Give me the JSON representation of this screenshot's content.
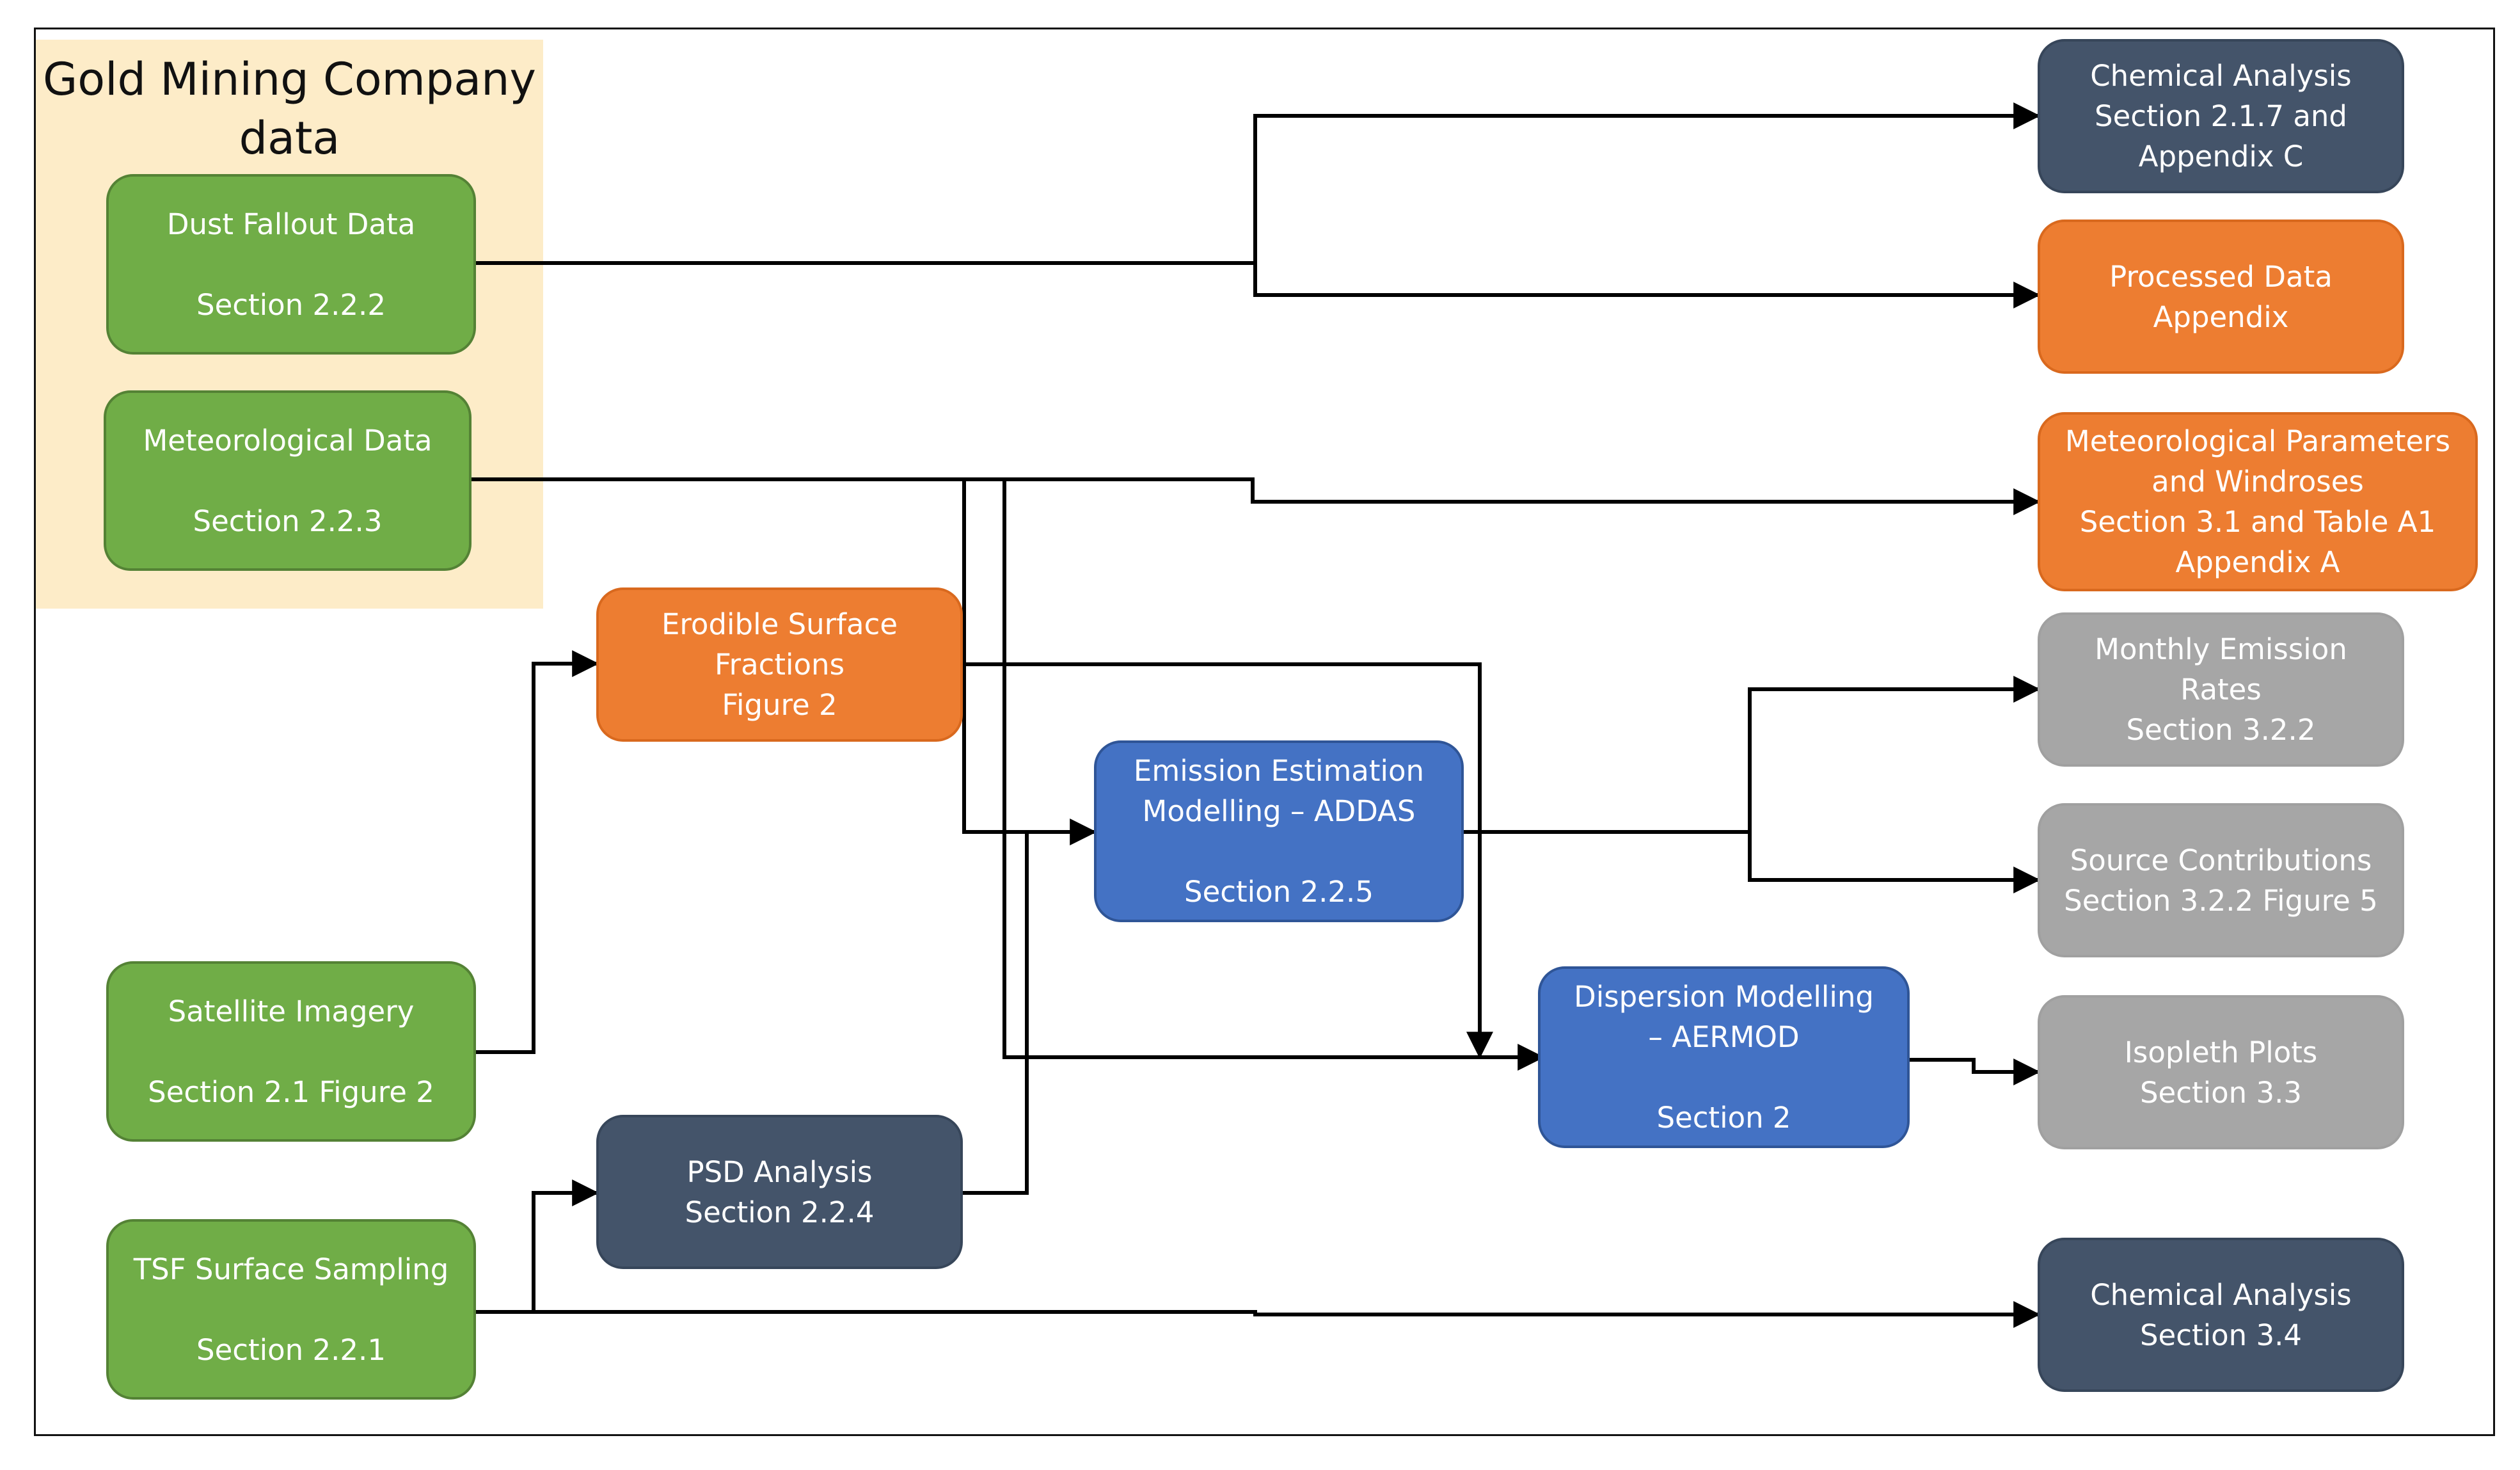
{
  "group": {
    "title_line1": "Gold Mining Company",
    "title_line2": "data"
  },
  "nodes": {
    "dust_fallout": {
      "line1": "Dust Fallout Data",
      "line2": "Section 2.2.2"
    },
    "meteorological": {
      "line1": "Meteorological Data",
      "line2": "Section 2.2.3"
    },
    "satellite": {
      "line1": "Satellite Imagery",
      "line2": "Section 2.1 Figure 2"
    },
    "tsf": {
      "line1": "TSF Surface Sampling",
      "line2": "Section 2.2.1"
    },
    "erodible": {
      "line1": "Erodible Surface",
      "line2": "Fractions",
      "line3": "Figure 2"
    },
    "psd": {
      "line1": "PSD Analysis",
      "line2": "Section 2.2.4"
    },
    "emission": {
      "line1": "Emission Estimation",
      "line2": "Modelling – ADDAS",
      "line3": "Section 2.2.5"
    },
    "dispersion": {
      "line1": "Dispersion Modelling",
      "line2": "– AERMOD",
      "line3": "Section 2"
    },
    "chem_c": {
      "line1": "Chemical Analysis",
      "line2": "Section 2.1.7 and",
      "line3": "Appendix C"
    },
    "processed": {
      "line1": "Processed Data",
      "line2": "Appendix"
    },
    "met_params": {
      "line1": "Meteorological Parameters",
      "line2": "and Windroses",
      "line3": "Section 3.1 and Table A1",
      "line4": "Appendix A"
    },
    "monthly": {
      "line1": "Monthly Emission",
      "line2": "Rates",
      "line3": "Section 3.2.2"
    },
    "source": {
      "line1": "Source Contributions",
      "line2": "Section 3.2.2 Figure 5"
    },
    "isopleth": {
      "line1": "Isopleth Plots",
      "line2": "Section 3.3"
    },
    "chem_34": {
      "line1": "Chemical Analysis",
      "line2": "Section 3.4"
    }
  },
  "colors": {
    "green": "#70ad47",
    "orange": "#ed7d31",
    "navy": "#44546a",
    "blue": "#4472c4",
    "grey": "#a6a6a6",
    "group_background": "#fdecc8",
    "connector": "#000000"
  }
}
